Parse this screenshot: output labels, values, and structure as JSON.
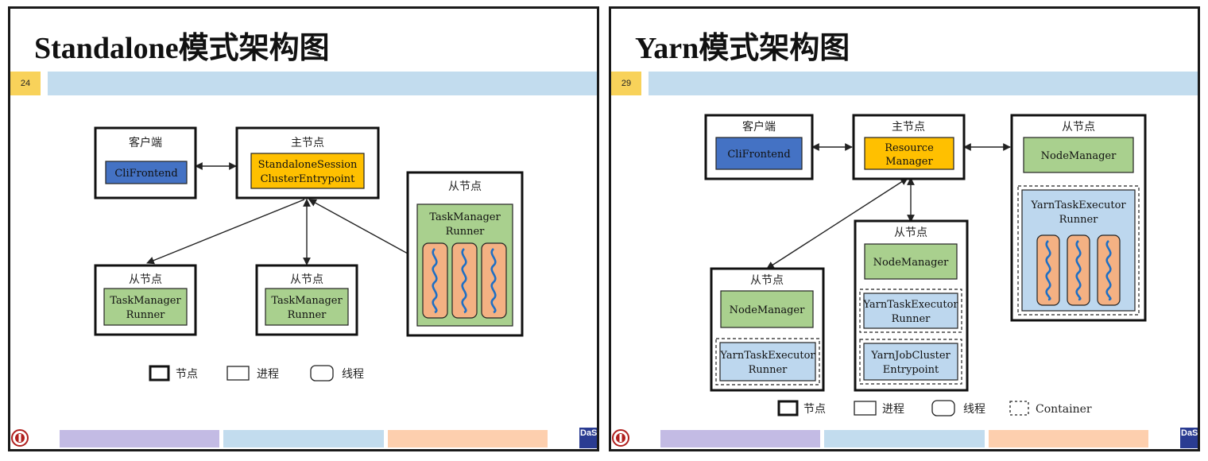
{
  "slides": [
    {
      "title": "Standalone模式架构图",
      "page": "24",
      "diagram": {
        "client_label": "客户端",
        "cli_frontend": "CliFrontend",
        "master_label": "主节点",
        "master_box": [
          "StandaloneSession",
          "ClusterEntrypoint"
        ],
        "worker_label": "从节点",
        "taskmanager_runner": [
          "TaskManager",
          "Runner"
        ],
        "legend": [
          "节点",
          "进程",
          "线程"
        ]
      }
    },
    {
      "title": "Yarn模式架构图",
      "page": "29",
      "diagram": {
        "client_label": "客户端",
        "cli_frontend": "CliFrontend",
        "master_label": "主节点",
        "resource_manager": [
          "Resource",
          "Manager"
        ],
        "worker_label": "从节点",
        "node_manager": "NodeManager",
        "yarn_task_executor_runner": [
          "YarnTaskExecutor",
          "Runner"
        ],
        "yarn_job_cluster_entrypoint": [
          "YarnJobCluster",
          "Entrypoint"
        ],
        "legend": [
          "节点",
          "进程",
          "线程",
          "Container"
        ]
      }
    }
  ],
  "footer_logo": "DaSE",
  "colors": {
    "client_process": "#4472c4",
    "master_process": "#ffc000",
    "worker_process": "#a9d08e",
    "yarn_executor": "#bdd7ee",
    "thread": "#f4b183",
    "thread_wave": "#1f6fc4",
    "header_bar": "#c2dcee",
    "page_badge": "#f8d25a"
  }
}
